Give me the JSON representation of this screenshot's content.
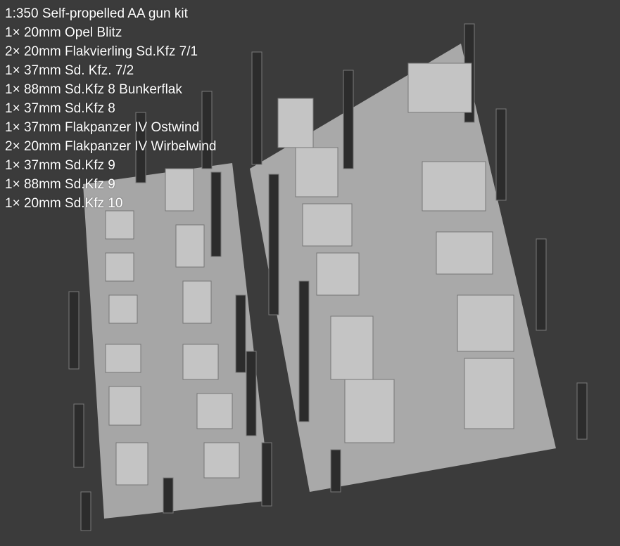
{
  "caption": {
    "title": "1:350 Self-propelled AA gun kit",
    "items": [
      "1× 20mm Opel Blitz",
      "2× 20mm Flakvierling Sd.Kfz 7/1",
      "1× 37mm Sd. Kfz. 7/2",
      "1× 88mm Sd.Kfz 8 Bunkerflak",
      "1× 37mm Sd.Kfz 8",
      "1× 37mm Flakpanzer IV Ostwind",
      "2× 20mm Flakpanzer IV Wirbelwind",
      "1× 37mm Sd.Kfz 9",
      "1× 88mm Sd.Kfz 9",
      "1× 20mm Sd.Kfz 10"
    ]
  },
  "colors": {
    "background": "#3b3b3b",
    "plate": "#a9a9a9",
    "post": "#2e2e2e",
    "text": "#ffffff"
  }
}
